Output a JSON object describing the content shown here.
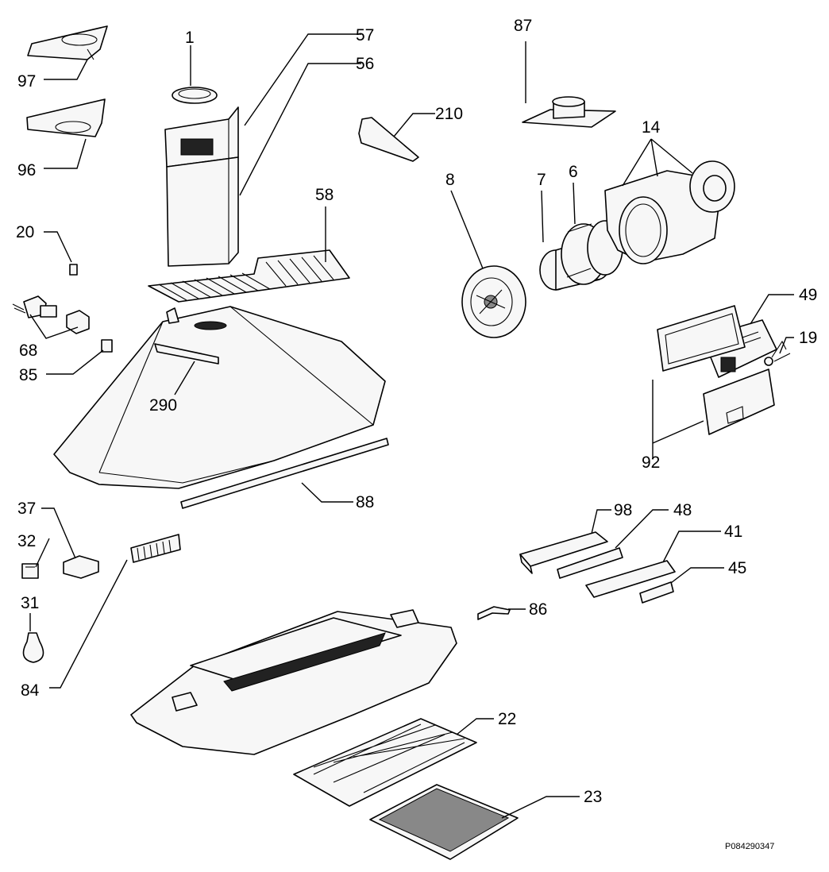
{
  "labels": {
    "p1": "1",
    "p57": "57",
    "p56": "56",
    "p87": "87",
    "p97": "97",
    "p96": "96",
    "p210": "210",
    "p14": "14",
    "p8": "8",
    "p7": "7",
    "p6": "6",
    "p58": "58",
    "p20": "20",
    "p68": "68",
    "p85": "85",
    "p290": "290",
    "p49": "49",
    "p19": "19",
    "p92": "92",
    "p88": "88",
    "p37": "37",
    "p32": "32",
    "p31": "31",
    "p84": "84",
    "p98": "98",
    "p48": "48",
    "p41": "41",
    "p45": "45",
    "p86": "86",
    "p22": "22",
    "p23": "23"
  },
  "drawing_code": "P084290347"
}
